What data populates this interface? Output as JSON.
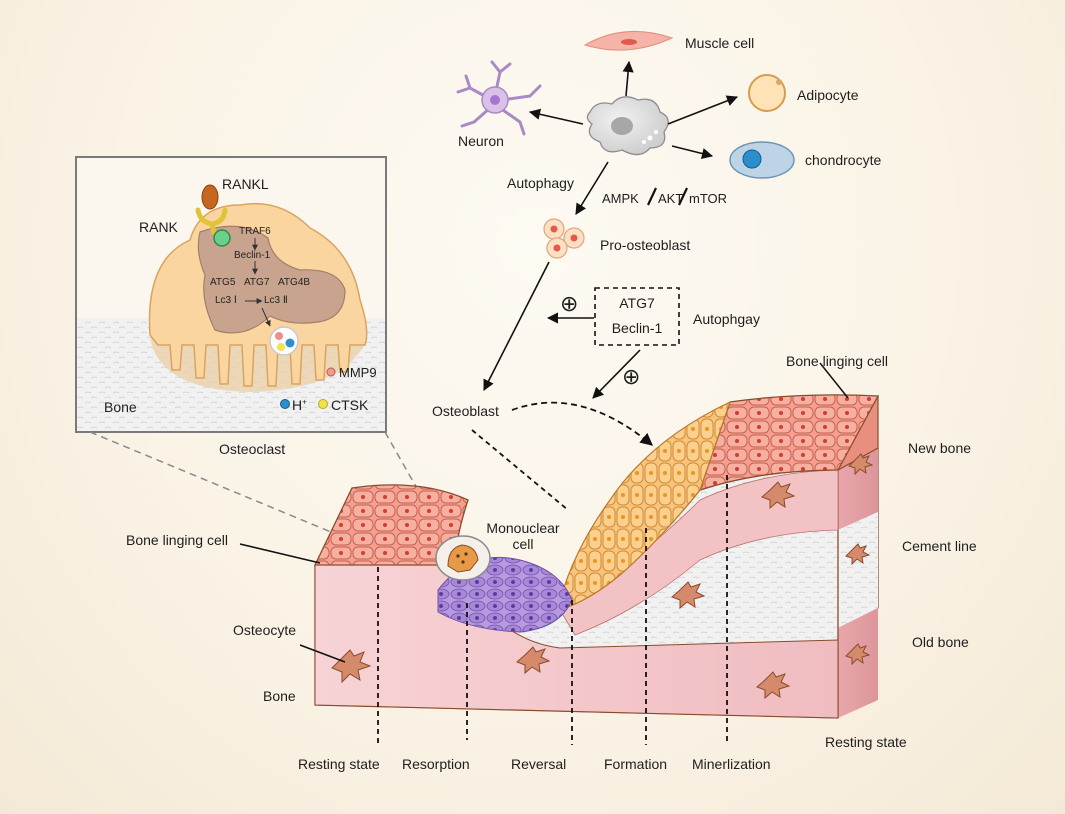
{
  "differentiation": {
    "muscle_cell": "Muscle cell",
    "neuron": "Neuron",
    "adipocyte": "Adipocyte",
    "chondrocyte": "chondrocyte",
    "autophagy": "Autophagy",
    "pathway": [
      "AMPK",
      "AKT",
      "mTOR"
    ],
    "pro_osteoblast": "Pro-osteoblast",
    "osteoblast": "Osteoblast"
  },
  "regulation_box": {
    "lines": [
      "ATG7",
      "Beclin-1"
    ],
    "label": "Autophgay",
    "symbol": "⊕"
  },
  "inset": {
    "rankl": "RANKL",
    "rank": "RANK",
    "traf6": "TRAF6",
    "beclin": "Beclin-1",
    "atgs": [
      "ATG5",
      "ATG7",
      "ATG4B"
    ],
    "lc3_1": "Lc3 Ⅰ",
    "lc3_2": "Lc3 Ⅱ",
    "mmp9": "MMP9",
    "bone": "Bone",
    "h_plus": "H",
    "h_sup": "+",
    "ctsk": "CTSK",
    "caption": "Osteoclast"
  },
  "block_labels": {
    "bone_lining_left": "Bone linging cell",
    "bone_lining_right": "Bone linging cell",
    "osteocyte": "Osteocyte",
    "bone": "Bone",
    "monocular": [
      "Monouclear",
      "cell"
    ],
    "new_bone": "New bone",
    "cement_line": "Cement line",
    "old_bone": "Old bone",
    "resting_right": "Resting state"
  },
  "stages": [
    "Resting state",
    "Resorption",
    "Reversal",
    "Formation",
    "Minerlization"
  ],
  "colors": {
    "bone_pink": "#f2c4c7",
    "cell_orange": "#f6b66d",
    "osteoclast": "#fbd9a6",
    "outline": "#8a4b2b",
    "purple": "#9c7bc5"
  }
}
